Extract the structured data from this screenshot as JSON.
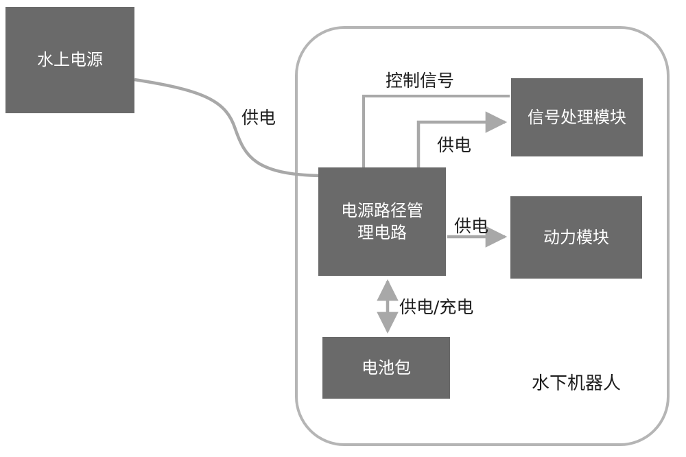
{
  "diagram": {
    "container": {
      "label": "水下机器人"
    },
    "nodes": {
      "surface_power": {
        "label": "水上电源"
      },
      "signal_processing": {
        "label": "信号处理模块"
      },
      "power_path_mgmt": {
        "label": "电源路径管\n理电路"
      },
      "propulsion": {
        "label": "动力模块"
      },
      "battery": {
        "label": "电池包"
      }
    },
    "edges": {
      "supply_main": {
        "label": "供电"
      },
      "control_signal": {
        "label": "控制信号"
      },
      "supply_signal": {
        "label": "供电"
      },
      "supply_propulsion": {
        "label": "供电"
      },
      "supply_charge": {
        "label": "供电/充电"
      }
    },
    "colors": {
      "node_fill": "#6a6a6a",
      "node_text": "#ffffff",
      "edge_line": "#a8a8a8",
      "boundary_border": "#b5b5b5",
      "label_text": "#1c1c1c",
      "background": "#ffffff"
    }
  }
}
